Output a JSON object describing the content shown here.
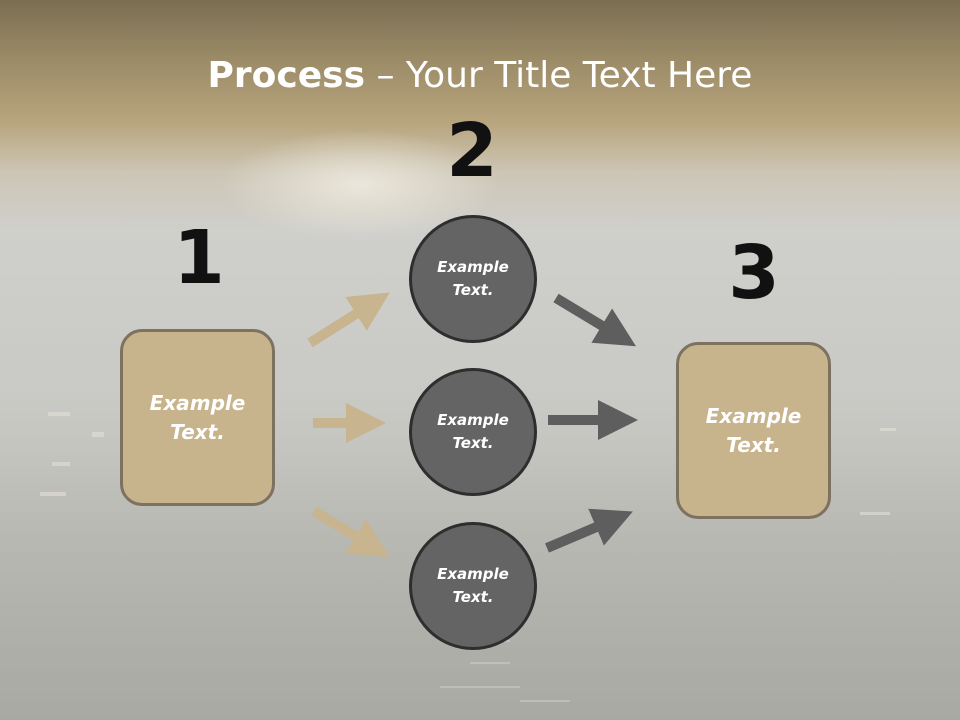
{
  "title": {
    "strong": "Process",
    "rest": " – Your Title Text Here"
  },
  "steps": [
    {
      "number": "1",
      "text": "Example Text."
    },
    {
      "number": "2",
      "texts": [
        "Example Text.",
        "Example Text.",
        "Example Text."
      ]
    },
    {
      "number": "3",
      "text": "Example Text."
    }
  ],
  "colors": {
    "box_fill": "#c7b38c",
    "box_border": "#7d7160",
    "circle_fill": "#646464",
    "circle_border": "#2e2e2e",
    "arrow_left": "#c8b48e",
    "arrow_right": "#5e5e5e",
    "header_band": "#b7a47c"
  }
}
